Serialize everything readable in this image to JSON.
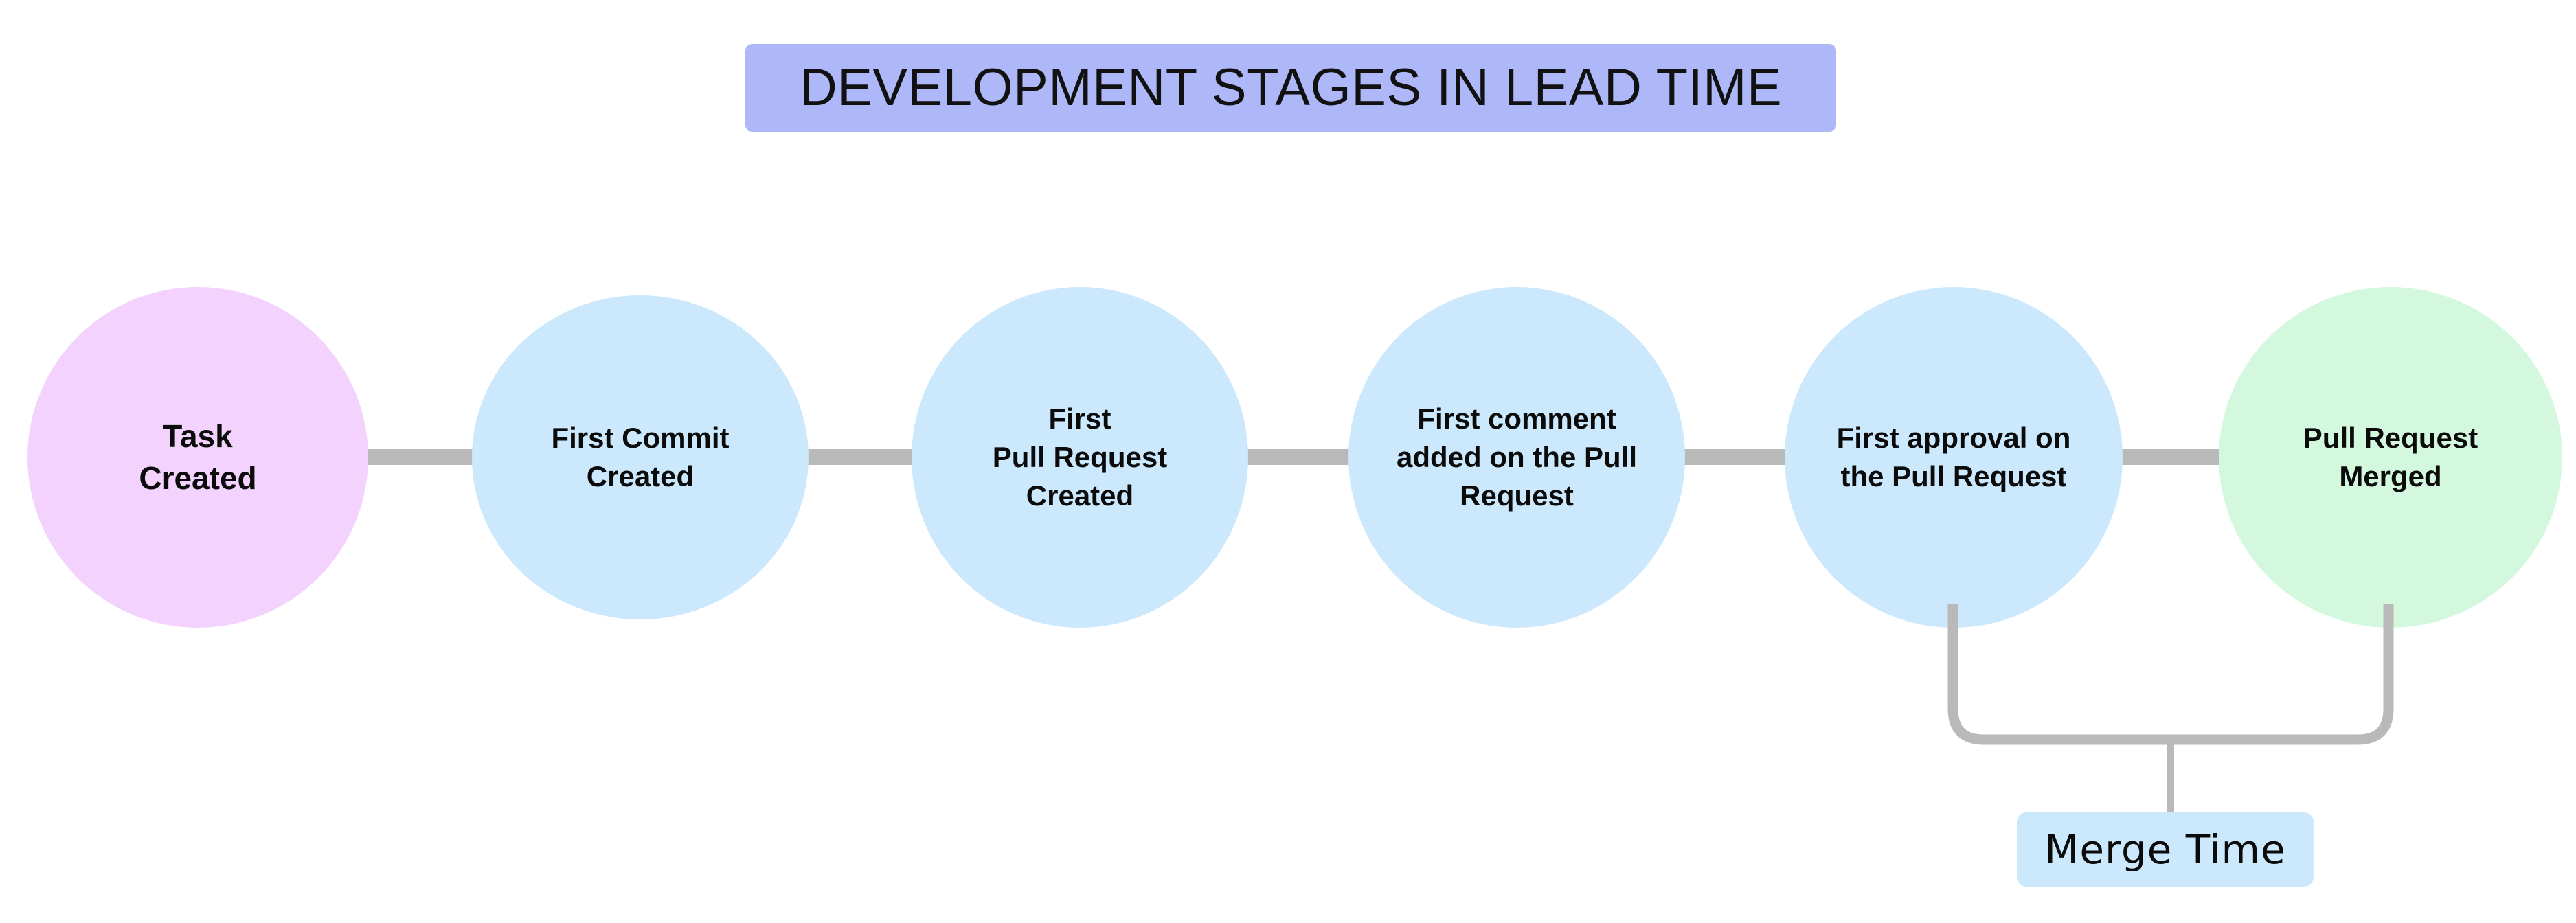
{
  "diagram": {
    "title": "DEVELOPMENT STAGES IN LEAD TIME",
    "title_bg_color": "#aeb8f8",
    "background_color": "#ffffff",
    "connector_color": "#b9b9b9",
    "stages": [
      {
        "id": "task-created",
        "label": "Task\nCreated",
        "color": "#f3d3fd",
        "order": 1
      },
      {
        "id": "first-commit-created",
        "label": "First Commit\nCreated",
        "color": "#cbe8fc",
        "order": 2
      },
      {
        "id": "first-pull-request-created",
        "label": "First\nPull Request\nCreated",
        "color": "#cbe8fc",
        "order": 3
      },
      {
        "id": "first-comment-added",
        "label": "First comment\nadded on the Pull\nRequest",
        "color": "#cbe8fc",
        "order": 4
      },
      {
        "id": "first-approval",
        "label": "First approval on\nthe Pull Request",
        "color": "#cbe8fc",
        "order": 5
      },
      {
        "id": "pull-request-merged",
        "label": "Pull Request\nMerged",
        "color": "#d4f8de",
        "order": 6
      }
    ],
    "annotations": [
      {
        "id": "merge-time",
        "label": "Merge Time",
        "color": "#cbe8fc",
        "spans_from": "first-approval",
        "spans_to": "pull-request-merged"
      }
    ]
  }
}
